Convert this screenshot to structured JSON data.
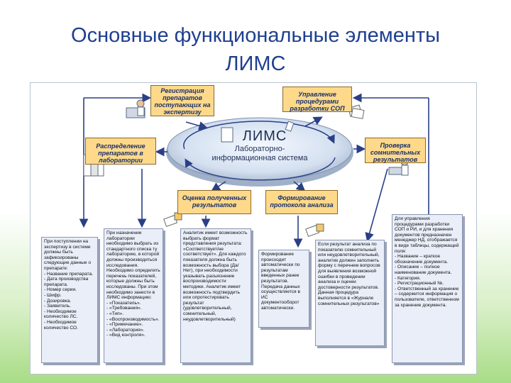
{
  "title": {
    "line1": "Основные функциональные элементы",
    "line2": "ЛИМС"
  },
  "core": {
    "name": "ЛИМС",
    "subtitle_line1": "Лабораторно-",
    "subtitle_line2": "информационная система"
  },
  "boxes": {
    "registration": "Регистрация препаратов поступающих на экспертизу",
    "sop": "Управление процедурами разработки СОП",
    "distribution": "Распределение препаратов в лаборатории",
    "doubtful": "Проверка сомнительных результатов",
    "evaluation": "Оценка полученных результатов",
    "protocol": "Формирование протокола анализа"
  },
  "notes": {
    "n1": "При поступлении на экспертизу в системе должны быть зафиксированы следующие данные о препарате:\n- Название препарата.\n- Дата производства препарата.\n- Номер серии.\n- Шифр.\n- Дозировка.\n- Заявитель.\n- Необходимое количество ЛС.\n- Необходимое количество СО.",
    "n2": "При назначении лаборатории необходимо выбрать из стандартного списка ту лабораторию, в которой должны производиться исследования. Необходимо определить перечень показателей, которые должны быть исследованы. При этом необходимо занести в ЛИМС информацию:\n- «Показатель».\n- «Требования».\n- «Тип».\n- «Воспроизводимость».\n- «Примечание».\n- «Лаборатория».\n- «Вид контроля».",
    "n3": "Аналитик имеет возможность выбрать формат представления результата: «Соответствует/не соответствует». Для каждого показателя должна быть возможность выбора (Да/Нет), при необходимости указывать разъяснение воспроизводимости методики. Аналитик имеет возможность подтвердить или опротестировать результат (удовлетворительный, сомнительный, неудовлетворительный)",
    "n4": "Формирование происходит автоматически по результатам введенных ранее результатов. Передача данных осуществляется в ИС документооборот автоматически.",
    "n5": "Если результат анализа по показателю сомнительный или неудовлетворительный, аналитик должен заполнить форму с перечнем вопросов для выявления возможной ошибки в проведении анализа и оценки достоверности результатов.\nДанная процедура выполняется в «Журнале сомнительных результатов»",
    "n6": "Для управления процедурами разработки СОП и РИ, и для хранения документов предназначен менеджер НД, отображается в виде таблицы, содержащей поля:\n- Название – краткое обозначение документа.\n- Описание – полное наименование документа.\n- Категория.\n- Регистрационный №.\n- Ответственный за хранение – содержится информация о пользователе, ответственном за хранение документа."
  },
  "colors": {
    "title": "#1f3f8f",
    "box_fill": "#ffd98a",
    "box_text": "#17306b",
    "connector": "#2a3f86",
    "ellipse": "#c8d6ea",
    "note_fill": "#e9eef8"
  },
  "icons": [
    "doctor-at-desk-icon",
    "documents-stack-icon",
    "binders-icon",
    "microscope-icon",
    "papers-icon",
    "paper-sheets-icon",
    "clipboard-icon"
  ]
}
